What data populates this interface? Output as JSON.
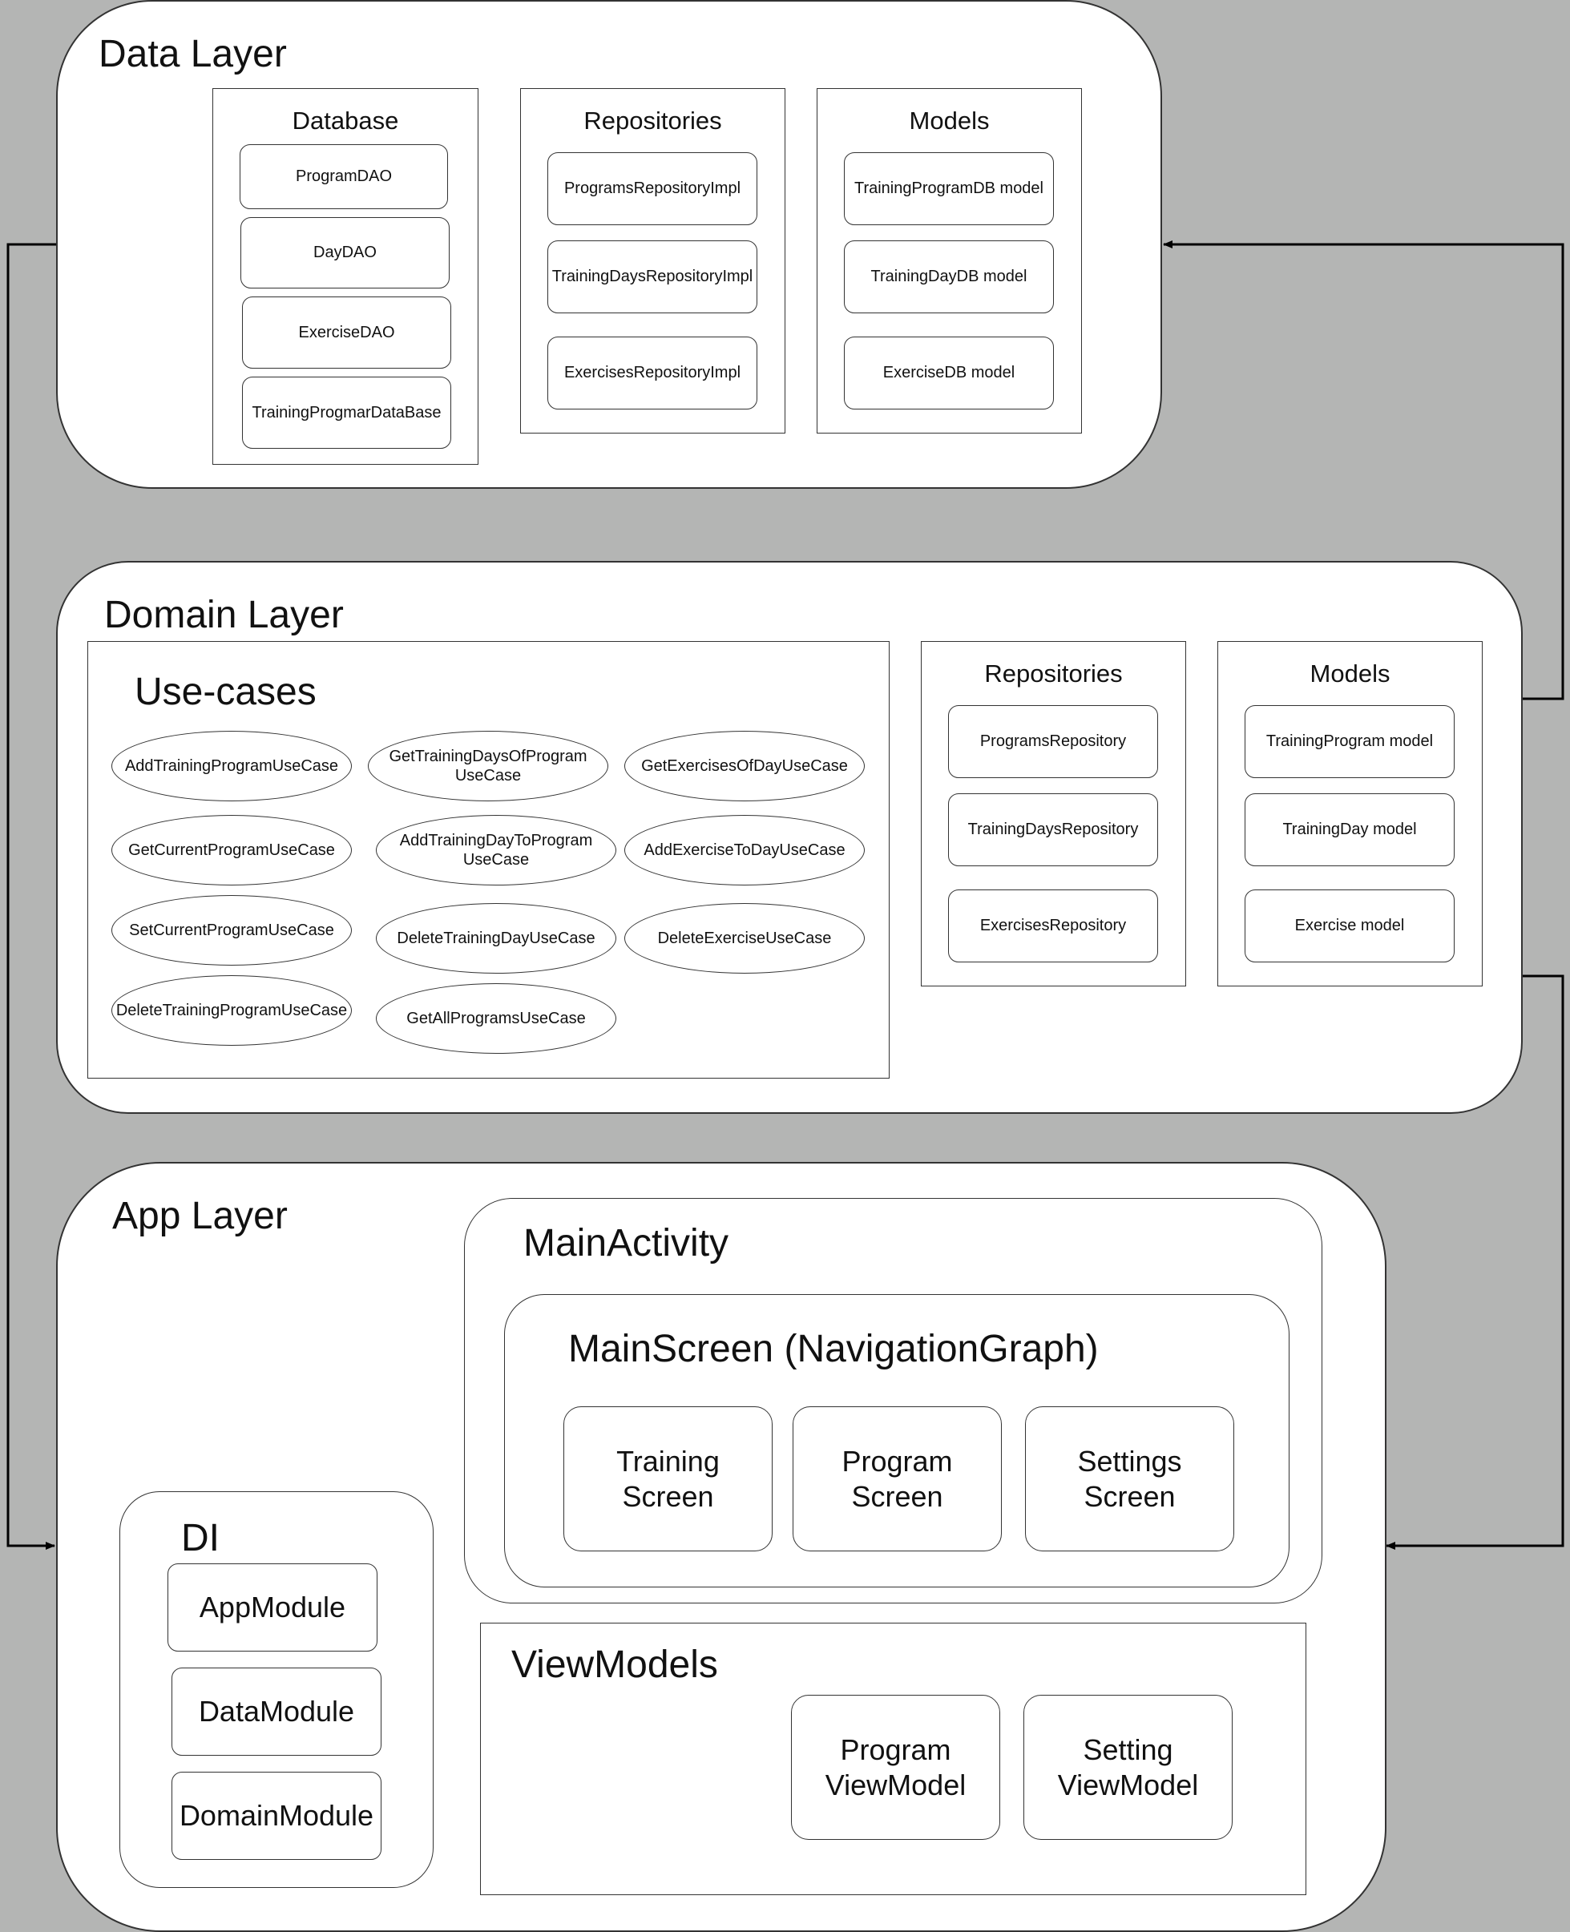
{
  "data_layer": {
    "title": "Data Layer",
    "database": {
      "title": "Database",
      "items": [
        "ProgramDAO",
        "DayDAO",
        "ExerciseDAO",
        "TrainingProgmarDataBase"
      ]
    },
    "repositories": {
      "title": "Repositories",
      "items": [
        "ProgramsRepositoryImpl",
        "TrainingDaysRepositoryImpl",
        "ExercisesRepositoryImpl"
      ]
    },
    "models": {
      "title": "Models",
      "items": [
        "TrainingProgramDB model",
        "TrainingDayDB model",
        "ExerciseDB model"
      ]
    }
  },
  "domain_layer": {
    "title": "Domain Layer",
    "usecases": {
      "title": "Use-cases",
      "items": [
        "AddTrainingProgramUseCase",
        "GetTrainingDaysOfProgram UseCase",
        "GetExercisesOfDayUseCase",
        "GetCurrentProgramUseCase",
        "AddTrainingDayToProgram UseCase",
        "AddExerciseToDayUseCase",
        "SetCurrentProgramUseCase",
        "DeleteTrainingDayUseCase",
        "DeleteExerciseUseCase",
        "DeleteTrainingProgramUseCase",
        "GetAllProgramsUseCase"
      ]
    },
    "repositories": {
      "title": "Repositories",
      "items": [
        "ProgramsRepository",
        "TrainingDaysRepository",
        "ExercisesRepository"
      ]
    },
    "models": {
      "title": "Models",
      "items": [
        "TrainingProgram model",
        "TrainingDay model",
        "Exercise model"
      ]
    }
  },
  "app_layer": {
    "title": "App Layer",
    "main_activity": {
      "title": "MainActivity",
      "main_screen": {
        "title": "MainScreen (NavigationGraph)",
        "screens": [
          {
            "line1": "Training",
            "line2": "Screen"
          },
          {
            "line1": "Program",
            "line2": "Screen"
          },
          {
            "line1": "Settings",
            "line2": "Screen"
          }
        ]
      }
    },
    "di": {
      "title": "DI",
      "items": [
        "AppModule",
        "DataModule",
        "DomainModule"
      ]
    },
    "view_models": {
      "title": "ViewModels",
      "items": [
        {
          "line1": "Program",
          "line2": "ViewModel"
        },
        {
          "line1": "Setting",
          "line2": "ViewModel"
        }
      ]
    }
  }
}
